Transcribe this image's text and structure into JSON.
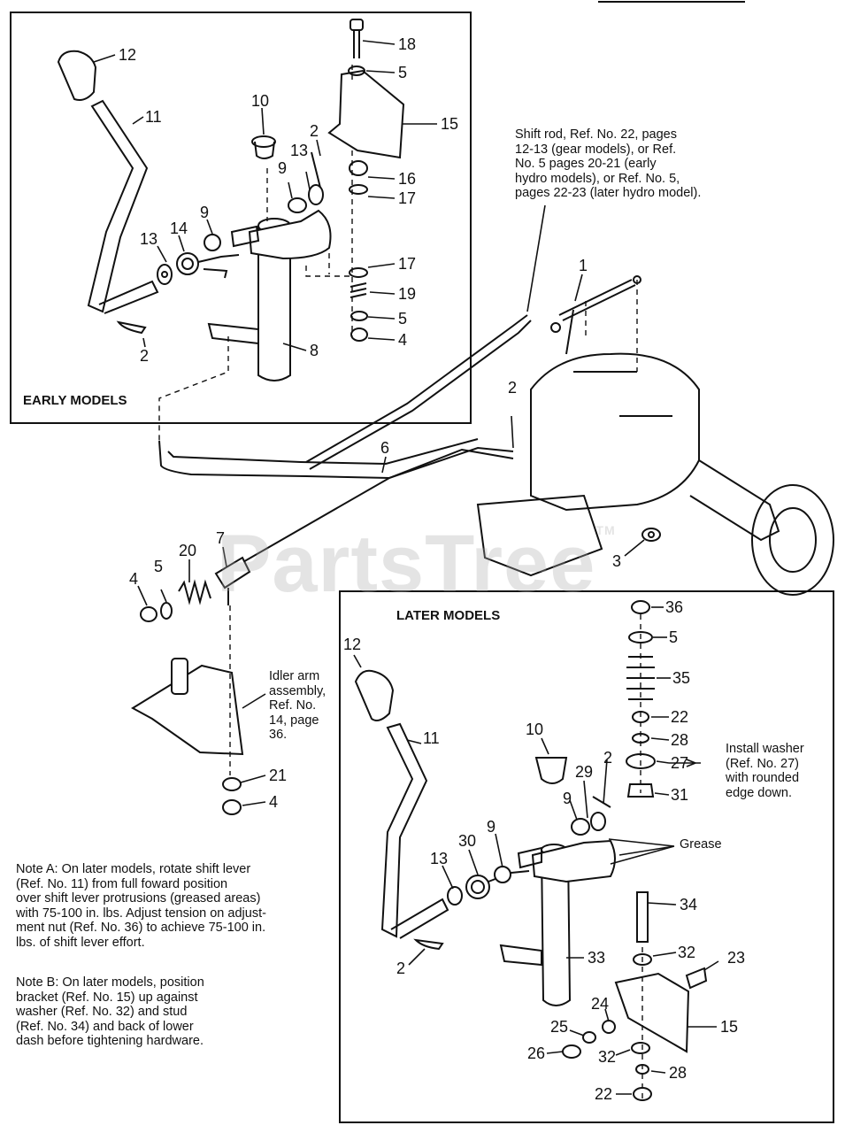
{
  "panels": {
    "early": {
      "label": "EARLY MODELS"
    },
    "later": {
      "label": "LATER MODELS"
    }
  },
  "watermark": {
    "text": "PartsTree",
    "tm": "TM"
  },
  "notes": {
    "shift_rod": "Shift rod, Ref. No. 22, pages\n12-13 (gear models), or Ref.\nNo. 5 pages 20-21 (early\nhydro models), or Ref. No. 5,\npages 22-23 (later hydro model).",
    "idler_arm": "Idler arm\nassembly,\nRef. No.\n14, page\n36.",
    "install_washer": "Install washer\n(Ref. No. 27)\nwith rounded\nedge down.",
    "grease": "Grease",
    "note_a": "Note A:  On later models, rotate shift lever\n(Ref. No. 11) from full foward position\nover shift lever protrusions (greased areas)\nwith 75-100 in. lbs.  Adjust tension on adjust-\nment nut (Ref. No. 36) to achieve 75-100 in.\nlbs. of shift lever effort.",
    "note_b": "Note B:  On later models, position\nbracket (Ref. No. 15) up against\nwasher (Ref. No. 32) and stud\n(Ref. No. 34) and back of lower\ndash before tightening hardware."
  },
  "callouts": [
    "12",
    "11",
    "10",
    "18",
    "5",
    "15",
    "2",
    "13",
    "9",
    "16",
    "17",
    "13",
    "14",
    "9",
    "17",
    "19",
    "5",
    "4",
    "8",
    "2",
    "1",
    "2",
    "6",
    "3",
    "7",
    "20",
    "5",
    "4",
    "21",
    "4",
    "12",
    "36",
    "5",
    "35",
    "22",
    "28",
    "27",
    "31",
    "11",
    "10",
    "29",
    "2",
    "9",
    "9",
    "30",
    "13",
    "34",
    "32",
    "23",
    "2",
    "33",
    "24",
    "25",
    "26",
    "32",
    "15",
    "28",
    "22"
  ],
  "colors": {
    "ink": "#111111",
    "paper": "#ffffff",
    "watermark": "#aaaaaa"
  }
}
